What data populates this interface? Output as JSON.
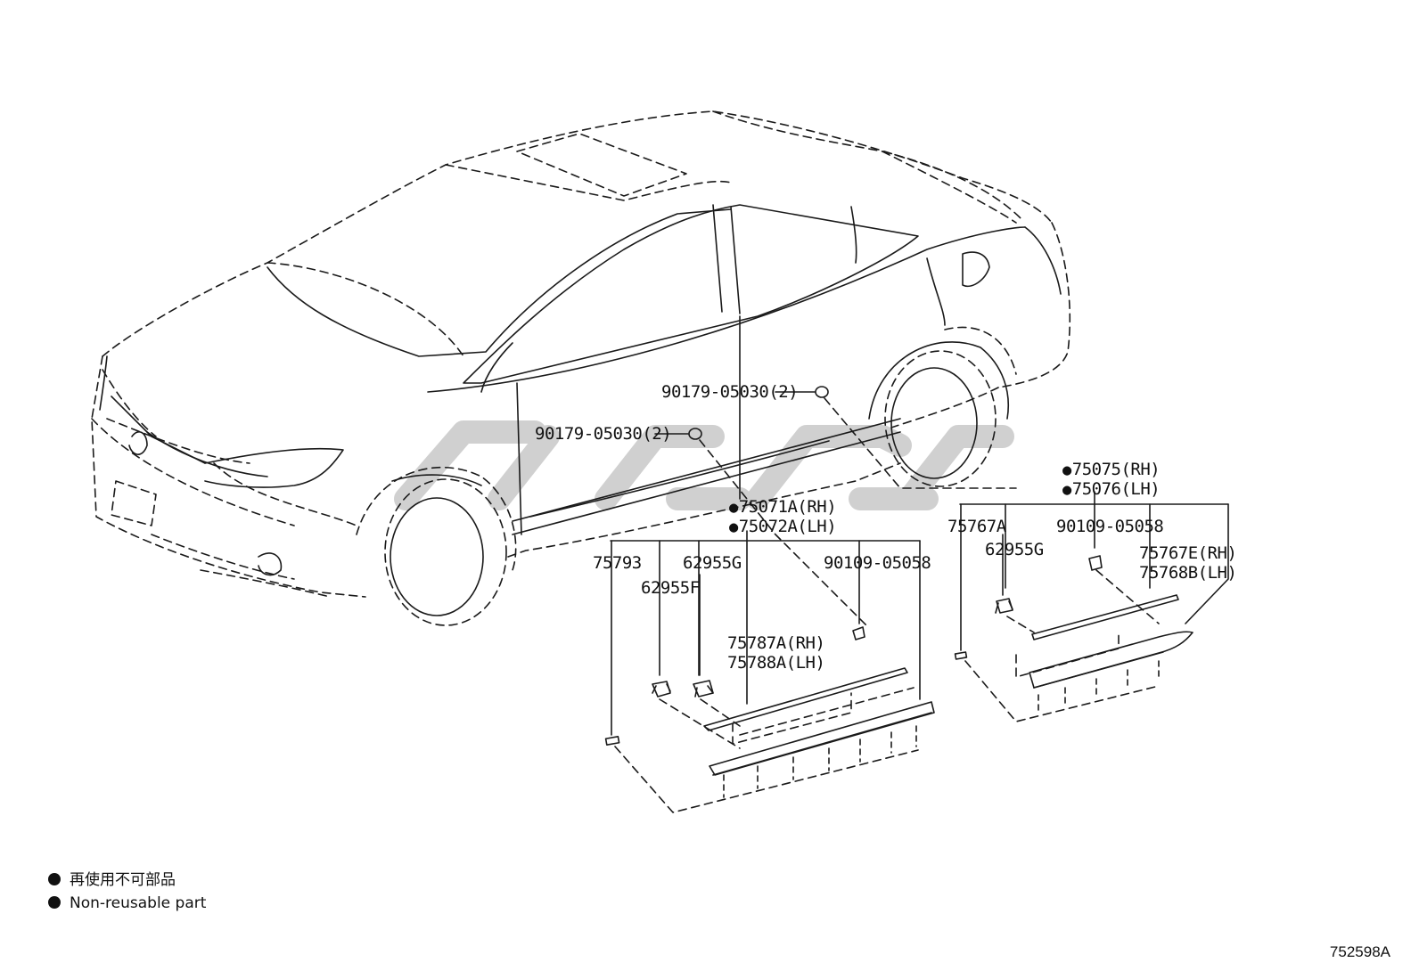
{
  "labels": {
    "clip_front_upper": "90179-05030(2)",
    "clip_front_lower": "90179-05030(2)",
    "front_set_rh": "75071A(RH)",
    "front_set_lh": "75072A(LH)",
    "p75793": "75793",
    "p62955G_front": "62955G",
    "p62955F": "62955F",
    "p90109_front": "90109-05058",
    "front_moulding_rh": "75787A(RH)",
    "front_moulding_lh": "75788A(LH)",
    "rear_set_rh": "75075(RH)",
    "rear_set_lh": "75076(LH)",
    "p75767A": "75767A",
    "p62955G_rear": "62955G",
    "p90109_rear": "90109-05058",
    "rear_moulding_rh": "75767E(RH)",
    "rear_moulding_lh": "75768B(LH)"
  },
  "legend": {
    "japanese": "再使用不可部品",
    "english": "Non-reusable part"
  },
  "diagram_code": "752598A",
  "colors": {
    "line": "#1a1a1a",
    "watermark": "#c8c8c8"
  }
}
